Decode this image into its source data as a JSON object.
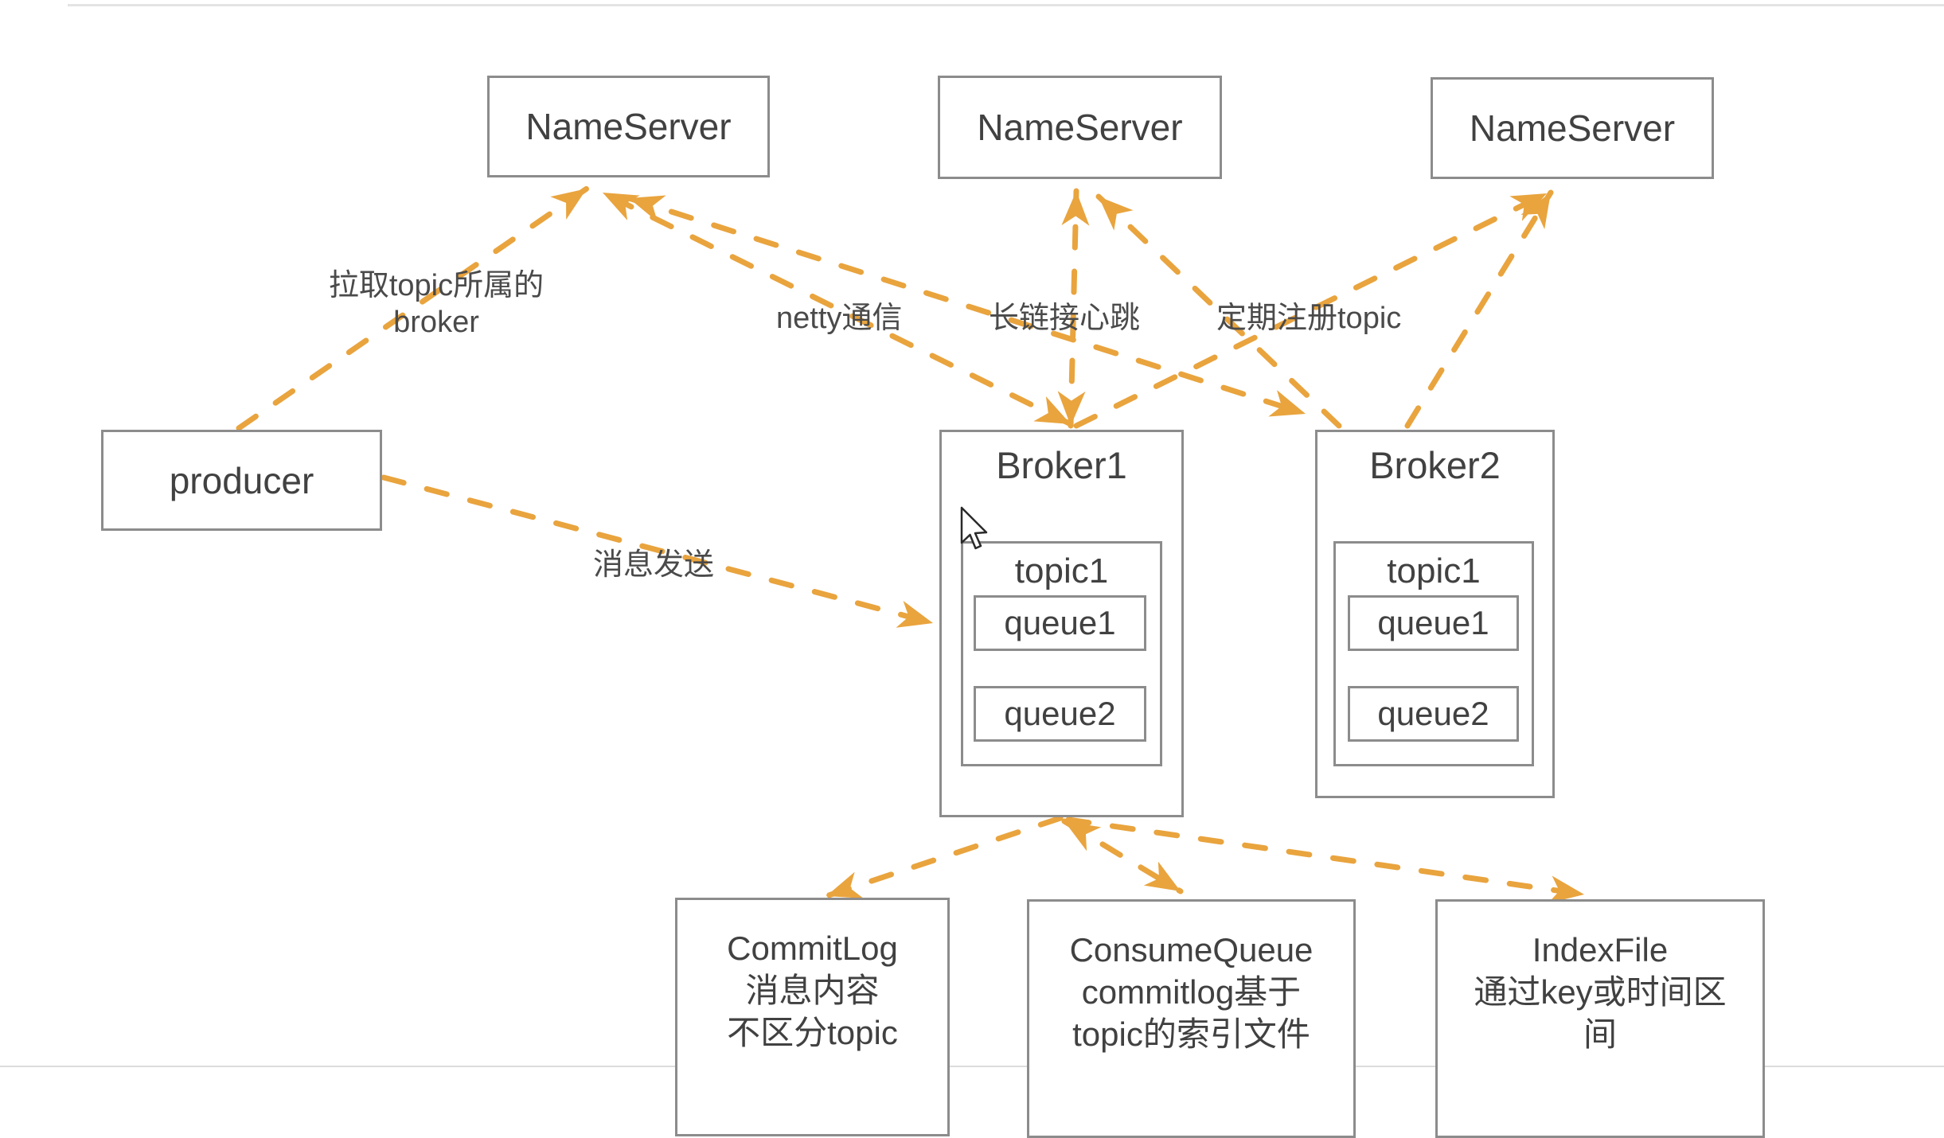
{
  "diagram": {
    "nameservers": [
      {
        "label": "NameServer"
      },
      {
        "label": "NameServer"
      },
      {
        "label": "NameServer"
      }
    ],
    "producer": {
      "label": "producer"
    },
    "brokers": [
      {
        "label": "Broker1",
        "topic": {
          "label": "topic1",
          "queues": [
            {
              "label": "queue1"
            },
            {
              "label": "queue2"
            }
          ]
        }
      },
      {
        "label": "Broker2",
        "topic": {
          "label": "topic1",
          "queues": [
            {
              "label": "queue1"
            },
            {
              "label": "queue2"
            }
          ]
        }
      }
    ],
    "storage": [
      {
        "lines": [
          "CommitLog",
          "消息内容",
          "不区分topic"
        ]
      },
      {
        "lines": [
          "ConsumeQueue",
          "commitlog基于",
          "topic的索引文件"
        ]
      },
      {
        "lines": [
          "IndexFile",
          "通过key或时间区",
          "间"
        ]
      }
    ],
    "edge_labels": {
      "pull_topic_line1": "拉取topic所属的",
      "pull_topic_line2": "broker",
      "netty": "netty通信",
      "heartbeat": "长链接心跳",
      "register": "定期注册topic",
      "send": "消息发送"
    },
    "colors": {
      "arrow": "#E9A43E",
      "border": "#8C8C8C",
      "text": "#414141"
    }
  }
}
